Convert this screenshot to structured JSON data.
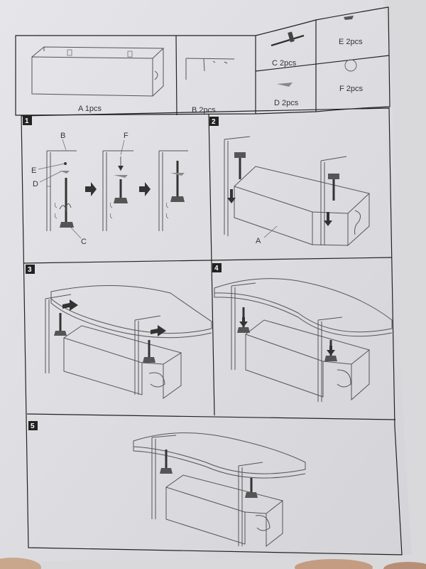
{
  "parts": [
    {
      "id": "A",
      "label": "A 1pcs"
    },
    {
      "id": "B",
      "label": "B 2pcs"
    },
    {
      "id": "C",
      "label": "C 2pcs"
    },
    {
      "id": "D",
      "label": "D 2pcs"
    },
    {
      "id": "E",
      "label": "E 2pcs"
    },
    {
      "id": "F",
      "label": "F 2pcs"
    }
  ],
  "steps": [
    {
      "number": "1",
      "callouts": [
        "B",
        "E",
        "D",
        "F",
        "C"
      ]
    },
    {
      "number": "2",
      "callouts": [
        "A"
      ]
    },
    {
      "number": "3",
      "callouts": []
    },
    {
      "number": "4",
      "callouts": []
    },
    {
      "number": "5",
      "callouts": []
    }
  ]
}
